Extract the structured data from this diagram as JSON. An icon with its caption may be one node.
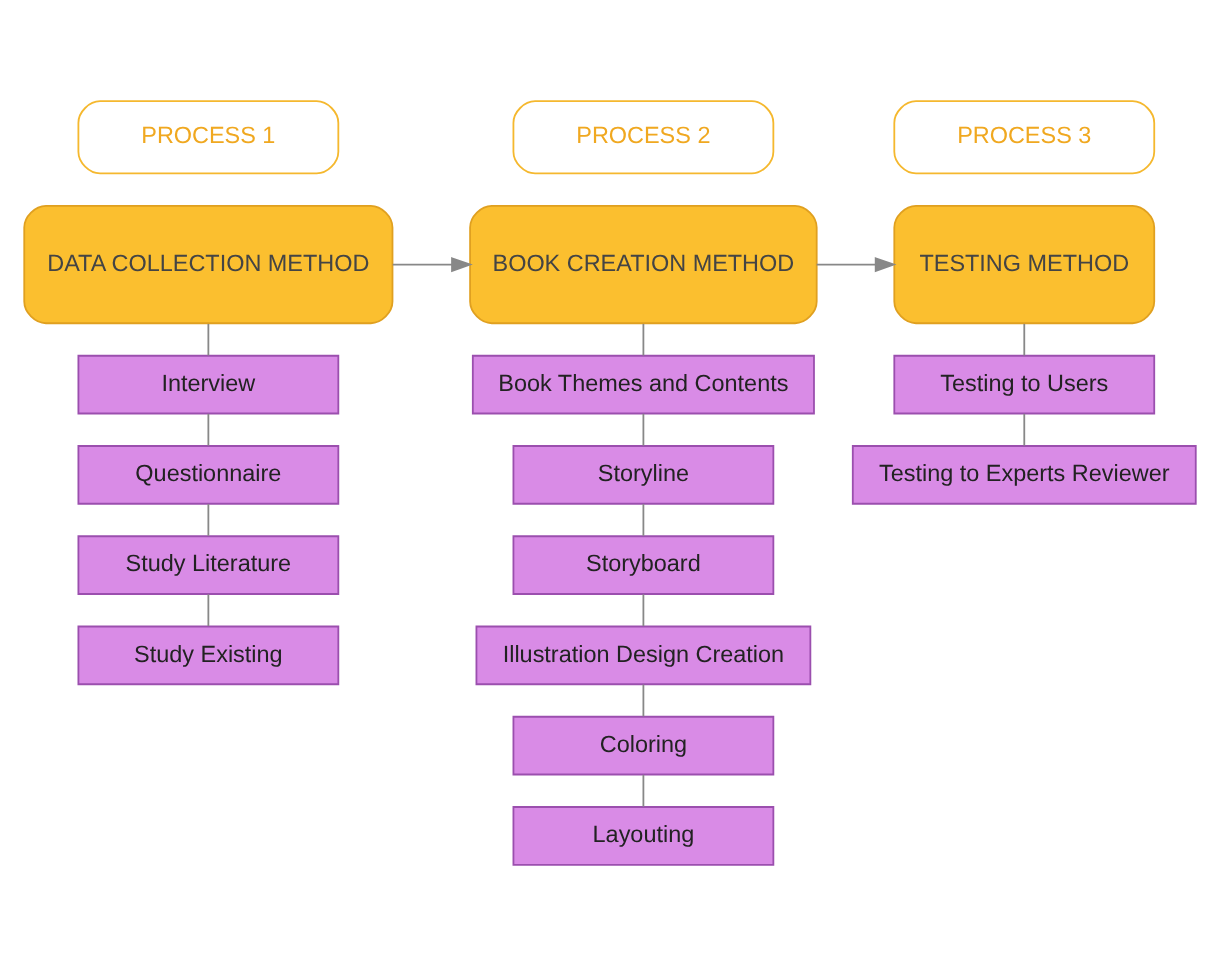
{
  "diagram": {
    "nodes": [
      {
        "text": [
          "PROCESS 1"
        ]
      },
      {
        "text": [
          "PROCESS 2"
        ]
      },
      {
        "text": [
          "PROCESS 3"
        ]
      },
      {
        "text": [
          "DATA COLLECTION METHOD"
        ]
      },
      {
        "text": [
          "BOOK CREATION METHOD"
        ]
      },
      {
        "text": [
          "TESTING METHOD"
        ]
      },
      {
        "text": [
          "Interview"
        ]
      },
      {
        "text": [
          "Questionnaire"
        ]
      },
      {
        "text": [
          "Study Literature"
        ]
      },
      {
        "text": [
          "Study Existing"
        ]
      },
      {
        "text": [
          "Book Themes and Contents"
        ]
      },
      {
        "text": [
          "Storyline"
        ]
      },
      {
        "text": [
          "Storyboard"
        ]
      },
      {
        "text": [
          "Illustration Design Creation"
        ]
      },
      {
        "text": [
          "Coloring"
        ]
      },
      {
        "text": [
          "Layouting"
        ]
      },
      {
        "text": [
          "Testing to Users"
        ]
      },
      {
        "text": [
          "Testing to Experts Reviewer"
        ]
      }
    ],
    "edges": [
      {
        "from": 3,
        "to": 4,
        "arrow": "to"
      },
      {
        "from": 4,
        "to": 5,
        "arrow": "to"
      },
      {
        "from": 3,
        "to": 6,
        "arrow": "none"
      },
      {
        "from": 6,
        "to": 7,
        "arrow": "none"
      },
      {
        "from": 7,
        "to": 8,
        "arrow": "none"
      },
      {
        "from": 8,
        "to": 9,
        "arrow": "none"
      },
      {
        "from": 4,
        "to": 10,
        "arrow": "none"
      },
      {
        "from": 10,
        "to": 11,
        "arrow": "none"
      },
      {
        "from": 11,
        "to": 12,
        "arrow": "none"
      },
      {
        "from": 12,
        "to": 13,
        "arrow": "none"
      },
      {
        "from": 13,
        "to": 14,
        "arrow": "none"
      },
      {
        "from": 14,
        "to": 15,
        "arrow": "none"
      },
      {
        "from": 5,
        "to": 16,
        "arrow": "none"
      },
      {
        "from": 16,
        "to": 17,
        "arrow": "none"
      }
    ]
  }
}
